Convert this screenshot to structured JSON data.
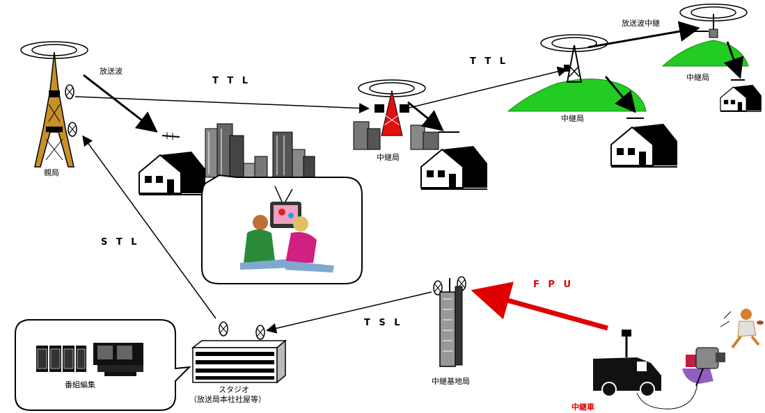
{
  "labels": {
    "oya_kyoku": "親局",
    "housouha": "放送波",
    "ttl_left": "T T L",
    "ttl_right": "T T L",
    "housouha_chukei": "放送波中継",
    "chukei_kyoku_center": "中継局",
    "chukei_kyoku_hill": "中継局",
    "chukei_kyoku_far": "中継局",
    "stl": "S T L",
    "tsl": "T S L",
    "fpu": "F P U",
    "bangumi_henshu": "番組編集",
    "studio_line1": "スタジオ",
    "studio_line2": "（放送局本社社屋等）",
    "chukei_kichi_kyoku": "中継基地局",
    "chukei_sha": "中継車"
  },
  "colors": {
    "fpu_arrow": "#e00000",
    "hill_green": "#22cc22",
    "tower_red": "#e01010",
    "tower_black": "#000000"
  },
  "icons": [
    "tower-icon",
    "red-tower-icon",
    "relay-tower-icon",
    "relay-antenna-icon",
    "house-icon",
    "building-cluster-icon",
    "tv-viewers-icon",
    "studio-building-icon",
    "editing-equipment-icon",
    "base-station-building-icon",
    "relay-van-icon",
    "camera-icon",
    "football-player-icon",
    "parabolic-dish-icon"
  ]
}
